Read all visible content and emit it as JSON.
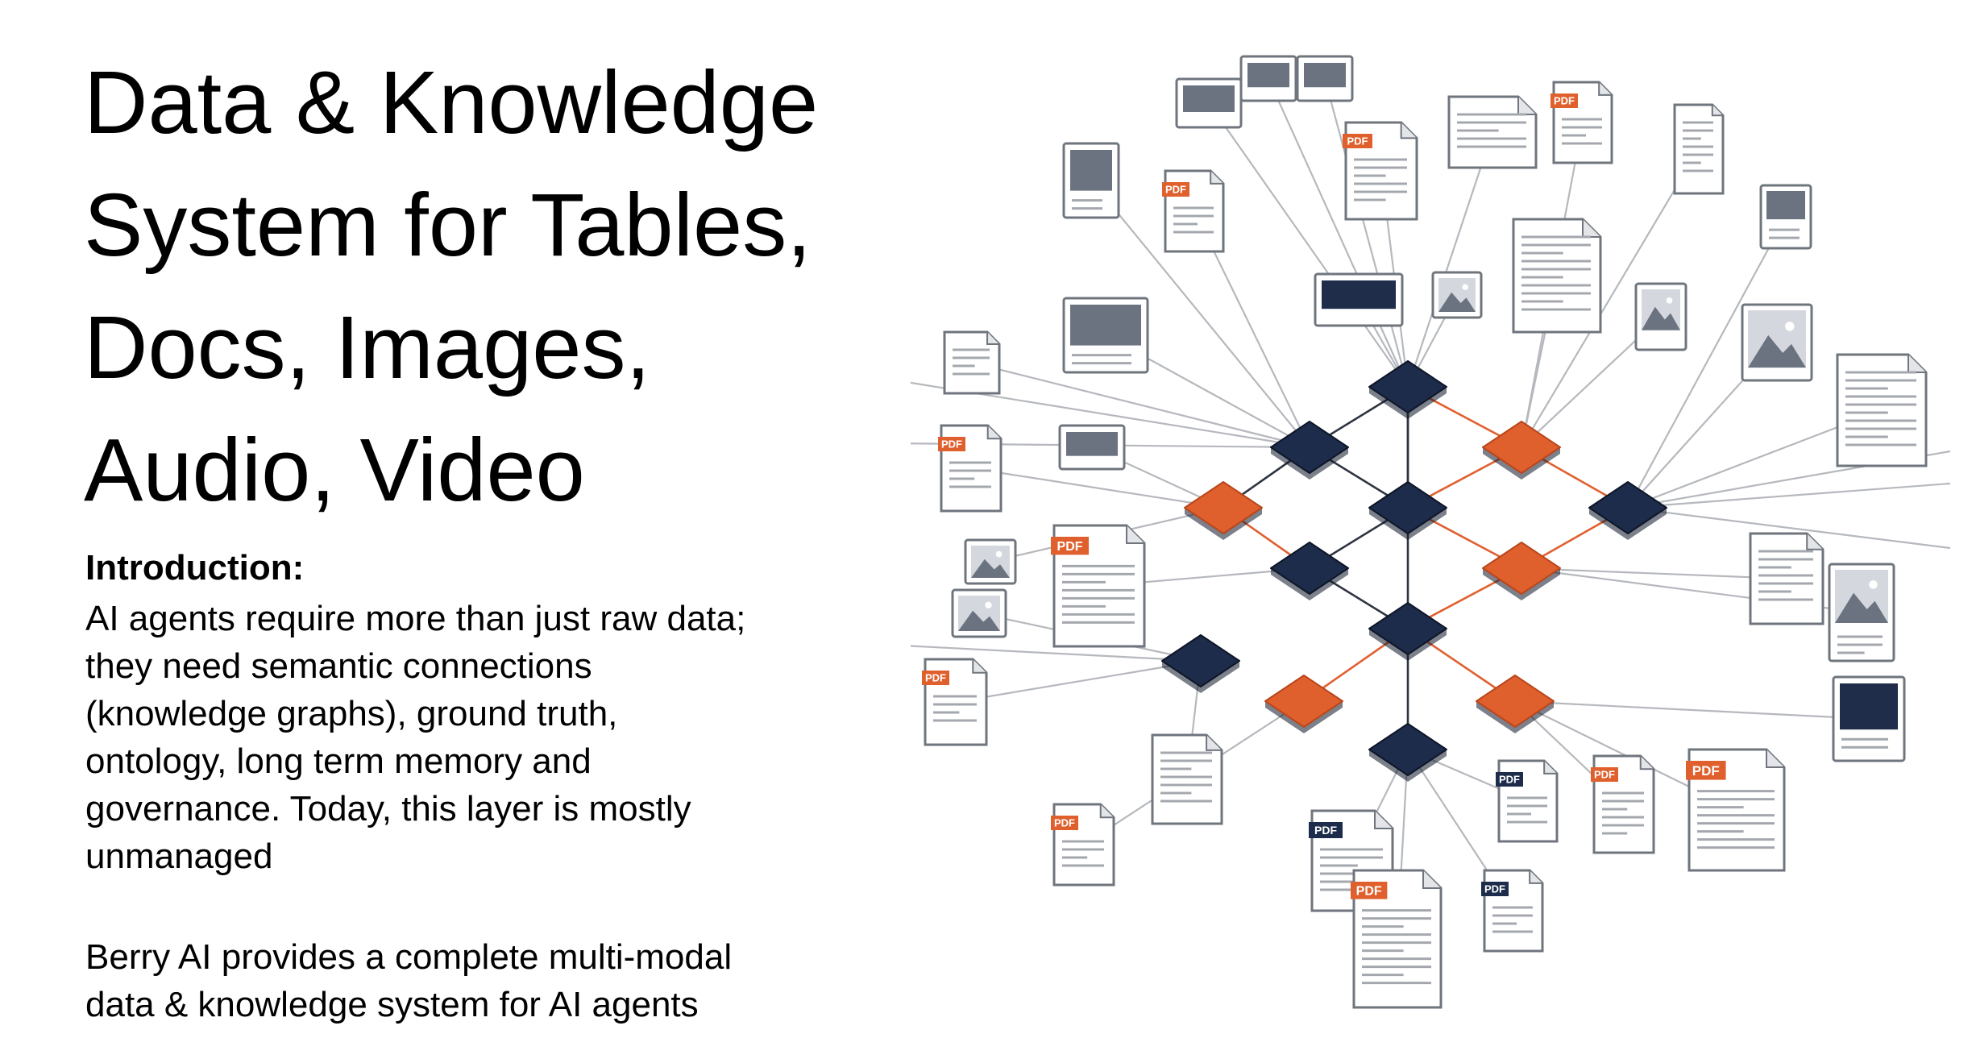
{
  "title": {
    "lines": [
      "Data & Knowledge",
      "System for Tables,",
      "Docs, Images,",
      "Audio, Video"
    ]
  },
  "intro": {
    "heading": "Introduction:",
    "lines": [
      "AI agents require more than just raw data;",
      "they need semantic connections",
      "(knowledge graphs), ground truth,",
      "ontology, long term memory and",
      "governance. Today, this layer is mostly",
      "unmanaged"
    ]
  },
  "closing": {
    "lines": [
      "Berry AI provides a complete multi-modal",
      "data & knowledge system for AI agents"
    ]
  },
  "diagram": {
    "badge_label": "PDF",
    "colors": {
      "node_dark": "#1d2c4a",
      "node_orange": "#e0602d",
      "badge_orange": "#e0602d",
      "badge_navy": "#1d2c4a",
      "edge": "#b5b8bd"
    }
  }
}
